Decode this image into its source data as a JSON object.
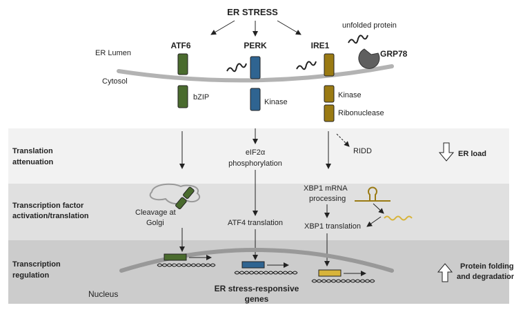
{
  "header": {
    "er_stress": "ER STRESS",
    "unfolded_protein": "unfolded protein",
    "er_lumen": "ER Lumen",
    "cytosol": "Cytosol"
  },
  "sensors": {
    "atf6": {
      "name": "ATF6",
      "domain": "bZIP",
      "color": "#4a6b2e"
    },
    "perk": {
      "name": "PERK",
      "domain": "Kinase",
      "color": "#2f6491"
    },
    "ire1": {
      "name": "IRE1",
      "domains": [
        "Kinase",
        "Ribonuclease"
      ],
      "color": "#9a7a13"
    },
    "grp78": {
      "name": "GRP78",
      "color": "#5f5f5f"
    }
  },
  "bands": {
    "translation": {
      "label_lines": [
        "Translation",
        "attenuation"
      ],
      "color": "#f2f2f2",
      "eif2a_lines": [
        "eIF2α",
        "phosphorylation"
      ],
      "ridd": "RIDD",
      "er_load": "ER load"
    },
    "transcription_factor": {
      "label_lines": [
        "Transcription factor",
        "activation/translation"
      ],
      "color": "#e0e0e0",
      "cleavage_lines": [
        "Cleavage at",
        "Golgi"
      ],
      "atf4": "ATF4 translation",
      "xbp1_processing_lines": [
        "XBP1 mRNA",
        "processing"
      ],
      "xbp1_translation": "XBP1 translation"
    },
    "transcription_regulation": {
      "label_lines": [
        "Transcription",
        "regulation"
      ],
      "color": "#cccccc",
      "nucleus": "Nucleus",
      "genes_lines": [
        "ER stress-responsive",
        "genes"
      ],
      "protein_folding_lines": [
        "Protein folding",
        "and degradation"
      ]
    }
  }
}
